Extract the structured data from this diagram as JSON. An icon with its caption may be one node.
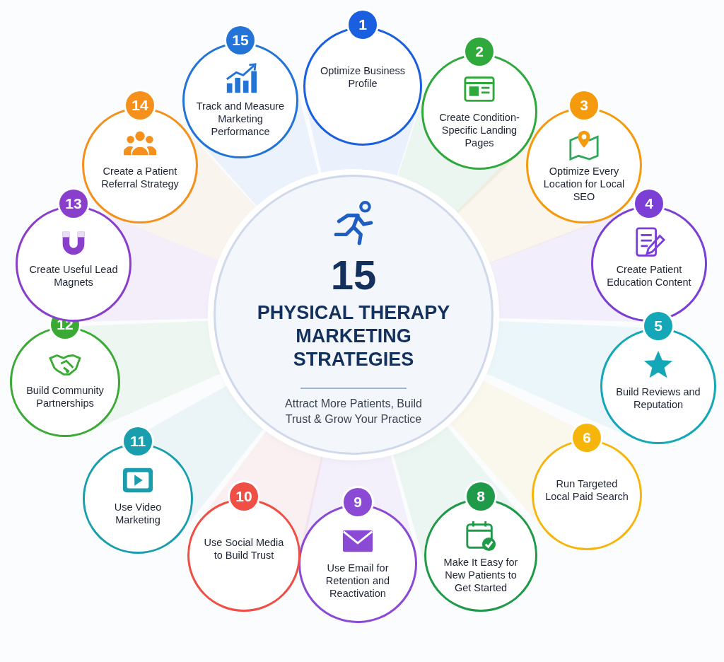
{
  "diagram": {
    "nodes": [
      {
        "text": [
          "15",
          "PHYSICAL THERAPY MARKETING STRATEGIES",
          "Attract More Patients, Build Trust & Grow Your Practice"
        ]
      },
      {
        "text": [
          "1",
          "Optimize Business Profile"
        ]
      },
      {
        "text": [
          "2",
          "Create Condition-Specific Landing Pages"
        ]
      },
      {
        "text": [
          "3",
          "Optimize Every Location for Local SEO"
        ]
      },
      {
        "text": [
          "4",
          "Create Patient Education Content"
        ]
      },
      {
        "text": [
          "5",
          "Build Reviews and Reputation"
        ]
      },
      {
        "text": [
          "6",
          "Run Targeted Local Paid Search"
        ]
      },
      {
        "text": [
          "8",
          "Make It Easy for New Patients to Get Started"
        ]
      },
      {
        "text": [
          "9",
          "Use Email for Retention and Reactivation"
        ]
      },
      {
        "text": [
          "10",
          "Use Social Media to Build Trust"
        ]
      },
      {
        "text": [
          "11",
          "Use Video Marketing"
        ]
      },
      {
        "text": [
          "12",
          "Build Community Partnerships"
        ]
      },
      {
        "text": [
          "13",
          "Create Useful Lead Magnets"
        ]
      },
      {
        "text": [
          "14",
          "Create a Patient Referral Strategy"
        ]
      },
      {
        "text": [
          "15",
          "Track and Measure Marketing Performance"
        ]
      }
    ],
    "edges": []
  }
}
